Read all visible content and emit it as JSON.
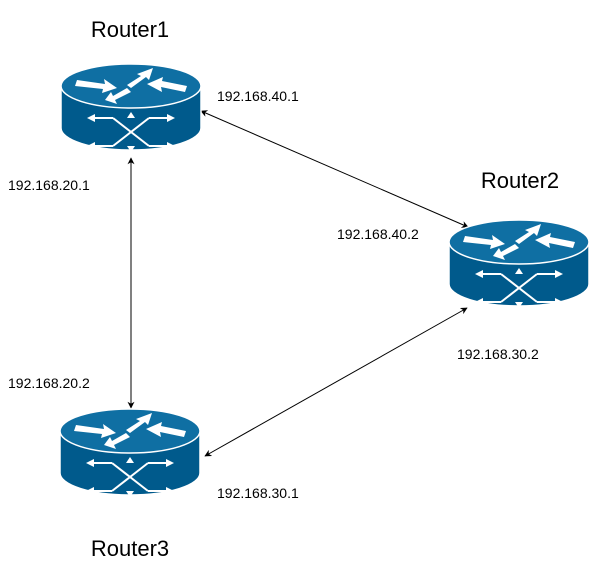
{
  "colors": {
    "router_top": "#0f6fa3",
    "router_body": "#005a8c",
    "router_outline": "#ffffff",
    "arrow": "#ffffff",
    "link": "#000000",
    "background": "#ffffff"
  },
  "routers": [
    {
      "id": "router1",
      "name": "Router1",
      "icon": "router-icon"
    },
    {
      "id": "router2",
      "name": "Router2",
      "icon": "router-icon"
    },
    {
      "id": "router3",
      "name": "Router3",
      "icon": "router-icon"
    }
  ],
  "links": [
    {
      "from": "router1",
      "to": "router2",
      "from_ip": "192.168.40.1",
      "to_ip": "192.168.40.2",
      "arrows": "both"
    },
    {
      "from": "router1",
      "to": "router3",
      "from_ip": "192.168.20.1",
      "to_ip": "192.168.20.2",
      "arrows": "both"
    },
    {
      "from": "router3",
      "to": "router2",
      "from_ip": "192.168.30.1",
      "to_ip": "192.168.30.2",
      "arrows": "both"
    }
  ]
}
